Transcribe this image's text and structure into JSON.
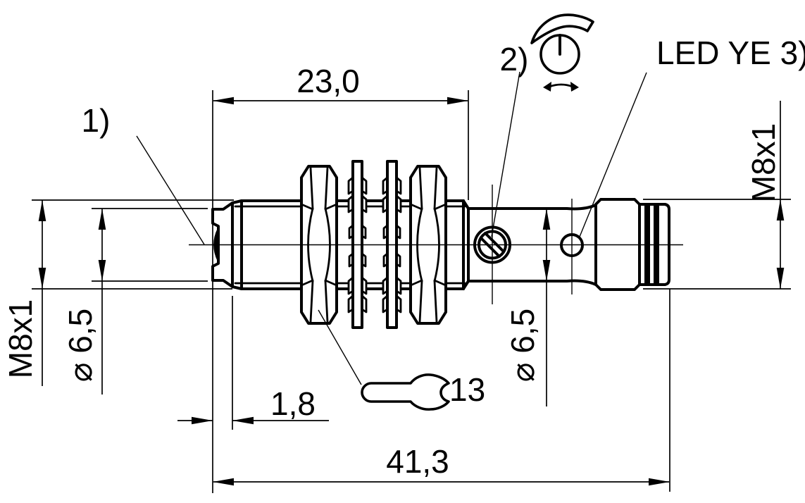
{
  "drawing": {
    "background": "#ffffff",
    "line_color": "#000000",
    "dimensions": {
      "thread_length": "23,0",
      "tip_protrusion": "1,8",
      "total_length": "41,3",
      "thread_left": "M8x1",
      "tip_diameter": "⌀ 6,5",
      "body_diameter": "⌀ 6,5",
      "connector_thread": "M8x1"
    },
    "callouts": {
      "sensing_face": "1)",
      "adjuster": "2)",
      "led": "LED YE 3)",
      "wrench_size": "13"
    },
    "icons": {
      "adjustment": "potentiometer-rotate-icon",
      "wrench": "open-end-wrench-icon"
    }
  }
}
